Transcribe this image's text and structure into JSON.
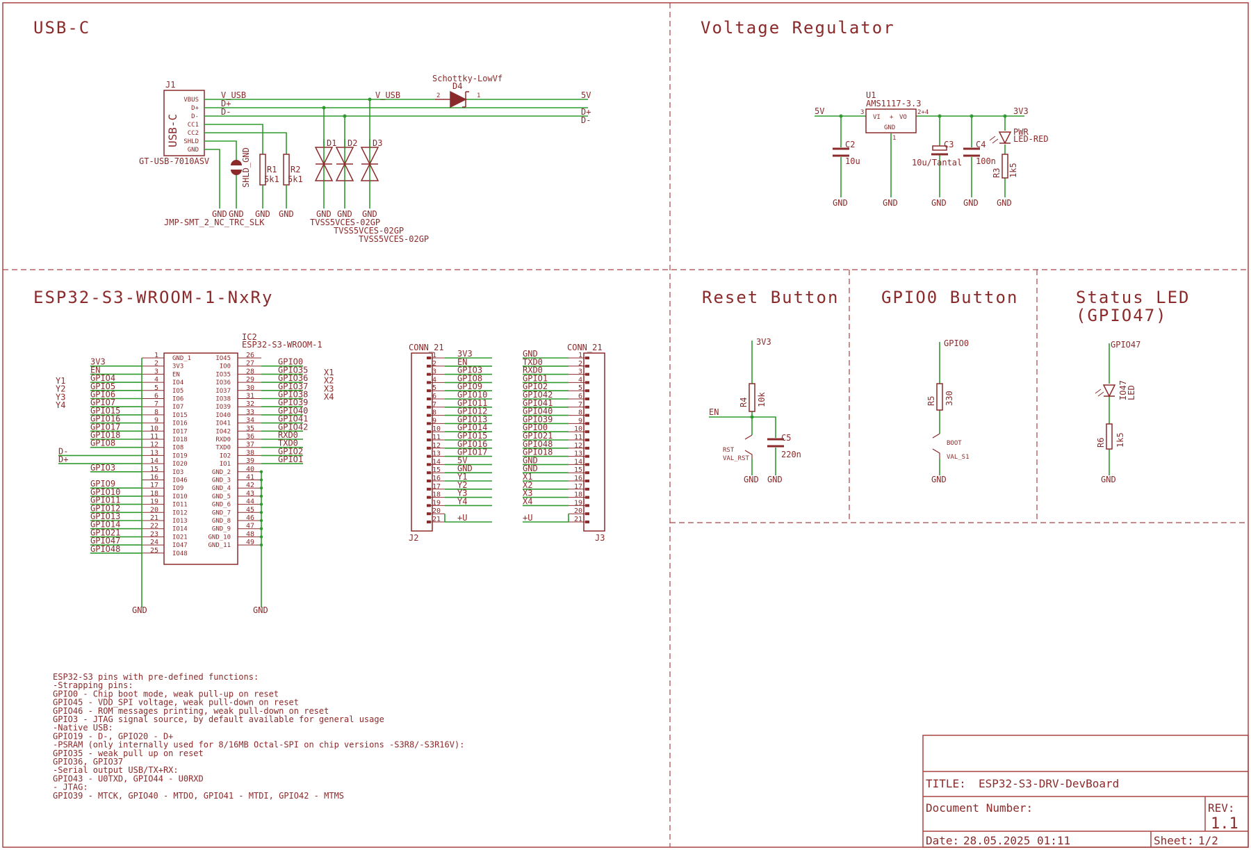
{
  "sections": {
    "usb": "USB-C",
    "regulator": "Voltage Regulator",
    "esp": "ESP32-S3-WROOM-1-NxRy",
    "reset": "Reset Button",
    "gpio0": "GPIO0 Button",
    "status_led_1": "Status LED",
    "status_led_2": "(GPIO47)"
  },
  "usb": {
    "j1_ref": "J1",
    "j1_body": "USB-C",
    "j1_part": "GT-USB-7010ASV",
    "j1_pins": [
      "VBUS",
      "D+",
      "D-",
      "CC1",
      "CC2",
      "SHLD",
      "GND"
    ],
    "net_vusb": "V_USB",
    "net_vusb2": "V_USB",
    "net_dp": "D+",
    "net_dm": "D-",
    "net_5v": "5V",
    "d4_ref": "D4",
    "d4_part": "Schottky-LowVf",
    "d4_pin_a": "2",
    "d4_pin_k": "1",
    "r1_ref": "R1",
    "r1_val": "5k1",
    "r2_ref": "R2",
    "r2_val": "5k1",
    "jp_name": "SHLD_GND",
    "jp_part": "JMP-SMT_2_NC_TRC_SLK",
    "d1_ref": "D1",
    "d2_ref": "D2",
    "d3_ref": "D3",
    "tvs_part": "TVSS5VCES-02GP",
    "tvs_part2": "TVSS5VCES-02GP",
    "tvs_part3": "TVSS5VCES-02GP",
    "gnd": "GND"
  },
  "regulator": {
    "u1_ref": "U1",
    "u1_part": "AMS1117-3.3",
    "u1_vi": "VI",
    "u1_vo": "VO",
    "u1_gnd": "GND",
    "u1_pin_in": "3",
    "u1_pin_out": "2+4",
    "u1_pin_gnd": "1",
    "net_5v": "5V",
    "net_3v3": "3V3",
    "c2_ref": "C2",
    "c2_val": "10u",
    "c3_ref": "C3",
    "c3_val": "10u/Tantal",
    "c4_ref": "C4",
    "c4_val": "100n",
    "r3_ref": "R3",
    "r3_val": "1k5",
    "pwr_ref": "PWR",
    "pwr_val": "LED-RED",
    "gnd": "GND"
  },
  "esp": {
    "ic_ref": "IC2",
    "ic_part": "ESP32-S3-WROOM-1",
    "left_pins": [
      {
        "num": "1",
        "name": "GND_1",
        "net": ""
      },
      {
        "num": "2",
        "name": "3V3",
        "net": "3V3"
      },
      {
        "num": "3",
        "name": "EN",
        "net": "EN"
      },
      {
        "num": "4",
        "name": "IO4",
        "net": "GPIO4"
      },
      {
        "num": "5",
        "name": "IO5",
        "net": "GPIO5"
      },
      {
        "num": "6",
        "name": "IO6",
        "net": "GPIO6"
      },
      {
        "num": "7",
        "name": "IO7",
        "net": "GPIO7"
      },
      {
        "num": "8",
        "name": "IO15",
        "net": "GPIO15"
      },
      {
        "num": "9",
        "name": "IO16",
        "net": "GPIO16"
      },
      {
        "num": "10",
        "name": "IO17",
        "net": "GPIO17"
      },
      {
        "num": "11",
        "name": "IO18",
        "net": "GPIO18"
      },
      {
        "num": "12",
        "name": "IO8",
        "net": "GPIO8"
      },
      {
        "num": "13",
        "name": "IO19",
        "net": "D-"
      },
      {
        "num": "14",
        "name": "IO20",
        "net": "D+"
      },
      {
        "num": "15",
        "name": "IO3",
        "net": "GPIO3"
      },
      {
        "num": "16",
        "name": "IO46",
        "net": ""
      },
      {
        "num": "17",
        "name": "IO9",
        "net": "GPIO9"
      },
      {
        "num": "18",
        "name": "IO10",
        "net": "GPIO10"
      },
      {
        "num": "19",
        "name": "IO11",
        "net": "GPIO11"
      },
      {
        "num": "20",
        "name": "IO12",
        "net": "GPIO12"
      },
      {
        "num": "21",
        "name": "IO13",
        "net": "GPIO13"
      },
      {
        "num": "22",
        "name": "IO14",
        "net": "GPIO14"
      },
      {
        "num": "23",
        "name": "IO21",
        "net": "GPIO21"
      },
      {
        "num": "24",
        "name": "IO47",
        "net": "GPIO47"
      },
      {
        "num": "25",
        "name": "IO48",
        "net": "GPIO48"
      }
    ],
    "right_pins": [
      {
        "num": "26",
        "name": "IO45",
        "net": ""
      },
      {
        "num": "27",
        "name": "IO0",
        "net": "GPIO0"
      },
      {
        "num": "28",
        "name": "IO35",
        "net": "GPIO35"
      },
      {
        "num": "29",
        "name": "IO36",
        "net": "GPIO36"
      },
      {
        "num": "30",
        "name": "IO37",
        "net": "GPIO37"
      },
      {
        "num": "31",
        "name": "IO38",
        "net": "GPIO38"
      },
      {
        "num": "32",
        "name": "IO39",
        "net": "GPIO39"
      },
      {
        "num": "33",
        "name": "IO40",
        "net": "GPIO40"
      },
      {
        "num": "34",
        "name": "IO41",
        "net": "GPIO41"
      },
      {
        "num": "35",
        "name": "IO42",
        "net": "GPIO42"
      },
      {
        "num": "36",
        "name": "RXD0",
        "net": "RXD0"
      },
      {
        "num": "37",
        "name": "TXD0",
        "net": "TXD0"
      },
      {
        "num": "38",
        "name": "IO2",
        "net": "GPIO2"
      },
      {
        "num": "39",
        "name": "IO1",
        "net": "GPIO1"
      },
      {
        "num": "40",
        "name": "GND_2",
        "net": ""
      },
      {
        "num": "41",
        "name": "GND_3",
        "net": ""
      },
      {
        "num": "42",
        "name": "GND_4",
        "net": ""
      },
      {
        "num": "43",
        "name": "GND_5",
        "net": ""
      },
      {
        "num": "44",
        "name": "GND_6",
        "net": ""
      },
      {
        "num": "45",
        "name": "GND_7",
        "net": ""
      },
      {
        "num": "46",
        "name": "GND_8",
        "net": ""
      },
      {
        "num": "47",
        "name": "GND_9",
        "net": ""
      },
      {
        "num": "48",
        "name": "GND_10",
        "net": ""
      },
      {
        "num": "49",
        "name": "GND_11",
        "net": ""
      }
    ],
    "left_labels": [
      "Y1",
      "Y2",
      "Y3",
      "Y4"
    ],
    "right_labels": [
      "X1",
      "X2",
      "X3",
      "X4"
    ],
    "gnd_left": "GND",
    "gnd_right": "GND"
  },
  "connectors": {
    "j2_ref": "J2",
    "j2_part": "CONN_21",
    "j3_ref": "J3",
    "j3_part": "CONN_21",
    "j2_pins": [
      {
        "num": "1",
        "net": "3V3"
      },
      {
        "num": "2",
        "net": "EN"
      },
      {
        "num": "3",
        "net": "GPIO3"
      },
      {
        "num": "4",
        "net": "GPIO8"
      },
      {
        "num": "5",
        "net": "GPIO9"
      },
      {
        "num": "6",
        "net": "GPIO10"
      },
      {
        "num": "7",
        "net": "GPIO11"
      },
      {
        "num": "8",
        "net": "GPIO12"
      },
      {
        "num": "9",
        "net": "GPIO13"
      },
      {
        "num": "10",
        "net": "GPIO14"
      },
      {
        "num": "11",
        "net": "GPIO15"
      },
      {
        "num": "12",
        "net": "GPIO16"
      },
      {
        "num": "13",
        "net": "GPIO17"
      },
      {
        "num": "14",
        "net": "5V"
      },
      {
        "num": "15",
        "net": "GND"
      },
      {
        "num": "16",
        "net": "Y1"
      },
      {
        "num": "17",
        "net": "Y2"
      },
      {
        "num": "18",
        "net": "Y3"
      },
      {
        "num": "19",
        "net": "Y4"
      },
      {
        "num": "20",
        "net": ""
      },
      {
        "num": "21",
        "net": "+U"
      }
    ],
    "j3_pins": [
      {
        "num": "1",
        "net": "GND"
      },
      {
        "num": "2",
        "net": "TXD0"
      },
      {
        "num": "3",
        "net": "RXD0"
      },
      {
        "num": "4",
        "net": "GPIO1"
      },
      {
        "num": "5",
        "net": "GPIO2"
      },
      {
        "num": "6",
        "net": "GPIO42"
      },
      {
        "num": "7",
        "net": "GPIO41"
      },
      {
        "num": "8",
        "net": "GPIO40"
      },
      {
        "num": "9",
        "net": "GPIO39"
      },
      {
        "num": "10",
        "net": "GPIO0"
      },
      {
        "num": "11",
        "net": "GPIO21"
      },
      {
        "num": "12",
        "net": "GPIO48"
      },
      {
        "num": "13",
        "net": "GPIO18"
      },
      {
        "num": "14",
        "net": "GND"
      },
      {
        "num": "15",
        "net": "GND"
      },
      {
        "num": "16",
        "net": "X1"
      },
      {
        "num": "17",
        "net": "X2"
      },
      {
        "num": "18",
        "net": "X3"
      },
      {
        "num": "19",
        "net": "X4"
      },
      {
        "num": "20",
        "net": ""
      },
      {
        "num": "21",
        "net": "+U"
      }
    ]
  },
  "reset": {
    "net_3v3": "3V3",
    "net_en": "EN",
    "r4_ref": "R4",
    "r4_val": "10k",
    "c5_ref": "C5",
    "c5_val": "220n",
    "sw_ref": "RST",
    "sw_val": "VAL_RST",
    "gnd1": "GND",
    "gnd2": "GND"
  },
  "gpio0btn": {
    "net": "GPIO0",
    "r5_ref": "R5",
    "r5_val": "330",
    "sw_ref": "BOOT",
    "sw_val": "VAL_S1",
    "gnd": "GND"
  },
  "statusled": {
    "net": "GPIO47",
    "led_ref": "IO47",
    "led_val": "LED",
    "r6_ref": "R6",
    "r6_val": "1k5",
    "gnd": "GND"
  },
  "notes": [
    "ESP32-S3 pins with pre-defined functions:",
    "-Strapping pins:",
    "  GPIO0  - Chip boot mode, weak pull-up on reset",
    "  GPIO45 - VDD_SPI voltage, weak pull-down on reset",
    "  GPIO46 - ROM messages printing, weak pull-down on reset",
    "  GPIO3 - JTAG signal source, by default available for general usage",
    "-Native USB:",
    "  GPIO19 - D-, GPIO20 - D+",
    "-PSRAM (only internally used for 8/16MB Octal-SPI on chip versions -S3R8/-S3R16V):",
    "  GPIO35 - weak pull up on reset",
    "  GPIO36, GPIO37",
    "-Serial output USB/TX+RX:",
    "  GPIO43 - U0TXD, GPIO44 - U0RXD",
    "- JTAG:",
    "  GPIO39 - MTCK, GPIO40 - MTDO, GPIO41 - MTDI, GPIO42 - MTMS"
  ],
  "titleblock": {
    "title_label": "TITLE:",
    "title": "ESP32-S3-DRV-DevBoard",
    "docnum_label": "Document Number:",
    "rev_label": "REV:",
    "rev": "1.1",
    "date_label": "Date:",
    "date": "28.05.2025 01:11",
    "sheet_label": "Sheet:",
    "sheet": "1/2"
  }
}
